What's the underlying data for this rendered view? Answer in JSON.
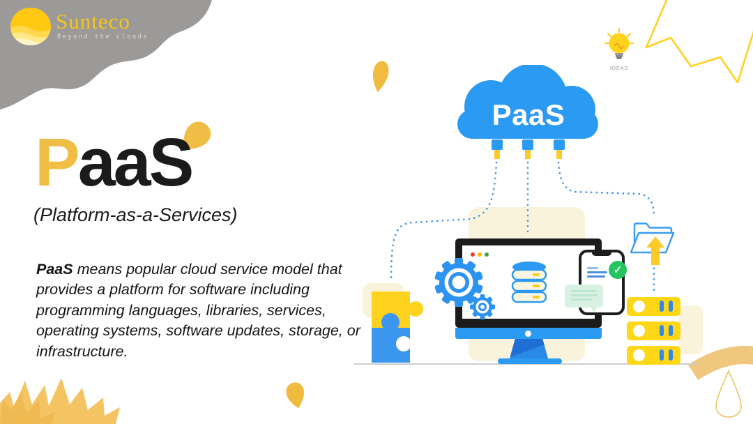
{
  "logo": {
    "brand": "Sunteco",
    "tagline": "Beyond the clouds"
  },
  "heading": {
    "accent": "P",
    "rest": "aaS"
  },
  "subtitle": "(Platform-as-a-Services)",
  "body": {
    "lead": "PaaS",
    "text": " means popular cloud service model that provides a platform for software including programming languages, libraries, services, operating systems, software updates, storage, or infrastructure."
  },
  "illustration": {
    "cloud_label": "PaaS",
    "ideas_label": "IDEAS",
    "check_glyph": "✓"
  },
  "colors": {
    "blue": "#2B9AF3",
    "blue_dark": "#1D6FD6",
    "yellow": "#FFD21E",
    "heading_accent": "#F0BE45",
    "decorative_gold": "#F0BC3F",
    "gray_blob": "#9C9A99",
    "cream": "#FAF3DC",
    "mint": "#D8F1E3",
    "green_check": "#23C55E",
    "text_dark": "#141414"
  }
}
